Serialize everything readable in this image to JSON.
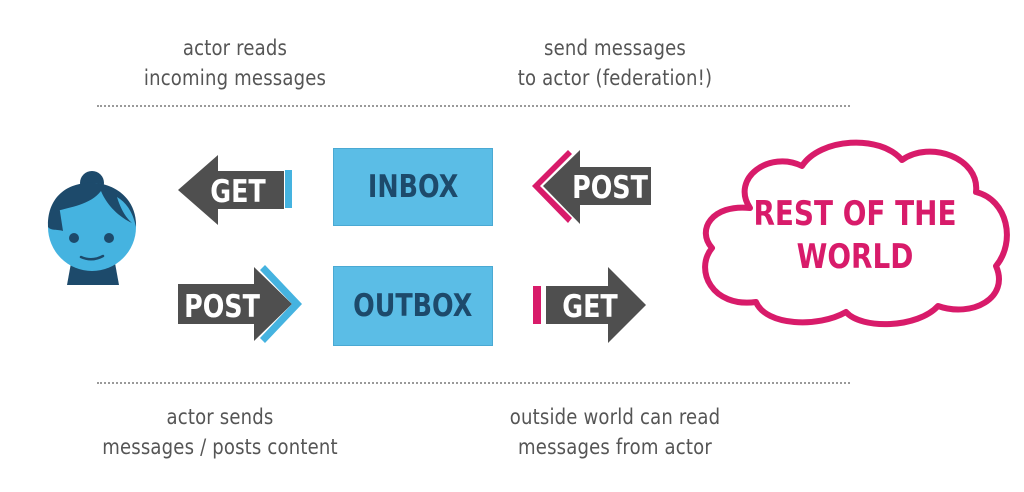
{
  "captions": {
    "top_left": [
      "actor reads",
      "incoming messages"
    ],
    "top_right": [
      "send messages",
      "to actor (federation!)"
    ],
    "bottom_left": [
      "actor sends",
      "messages / posts content"
    ],
    "bottom_right": [
      "outside world can read",
      "messages from actor"
    ]
  },
  "boxes": {
    "inbox": "INBOX",
    "outbox": "OUTBOX"
  },
  "arrows": {
    "actor_get": {
      "label": "GET",
      "direction": "left",
      "accent": "#45b3e0"
    },
    "actor_post": {
      "label": "POST",
      "direction": "right",
      "accent": "#45b3e0"
    },
    "world_post": {
      "label": "POST",
      "direction": "left",
      "accent": "#d81b6a"
    },
    "world_get": {
      "label": "GET",
      "direction": "right",
      "accent": "#d81b6a"
    }
  },
  "cloud": {
    "lines": [
      "REST OF THE",
      "WORLD"
    ],
    "color": "#d81b6a"
  },
  "actor": {
    "icon": "person-avatar-icon",
    "skin_color": "#45b3e0",
    "hair_color": "#1d4a6b"
  },
  "colors": {
    "arrow_body": "#4f4f4f",
    "box_fill": "#5bbde6",
    "box_text": "#1d4a6b",
    "caption_text": "#555555"
  }
}
